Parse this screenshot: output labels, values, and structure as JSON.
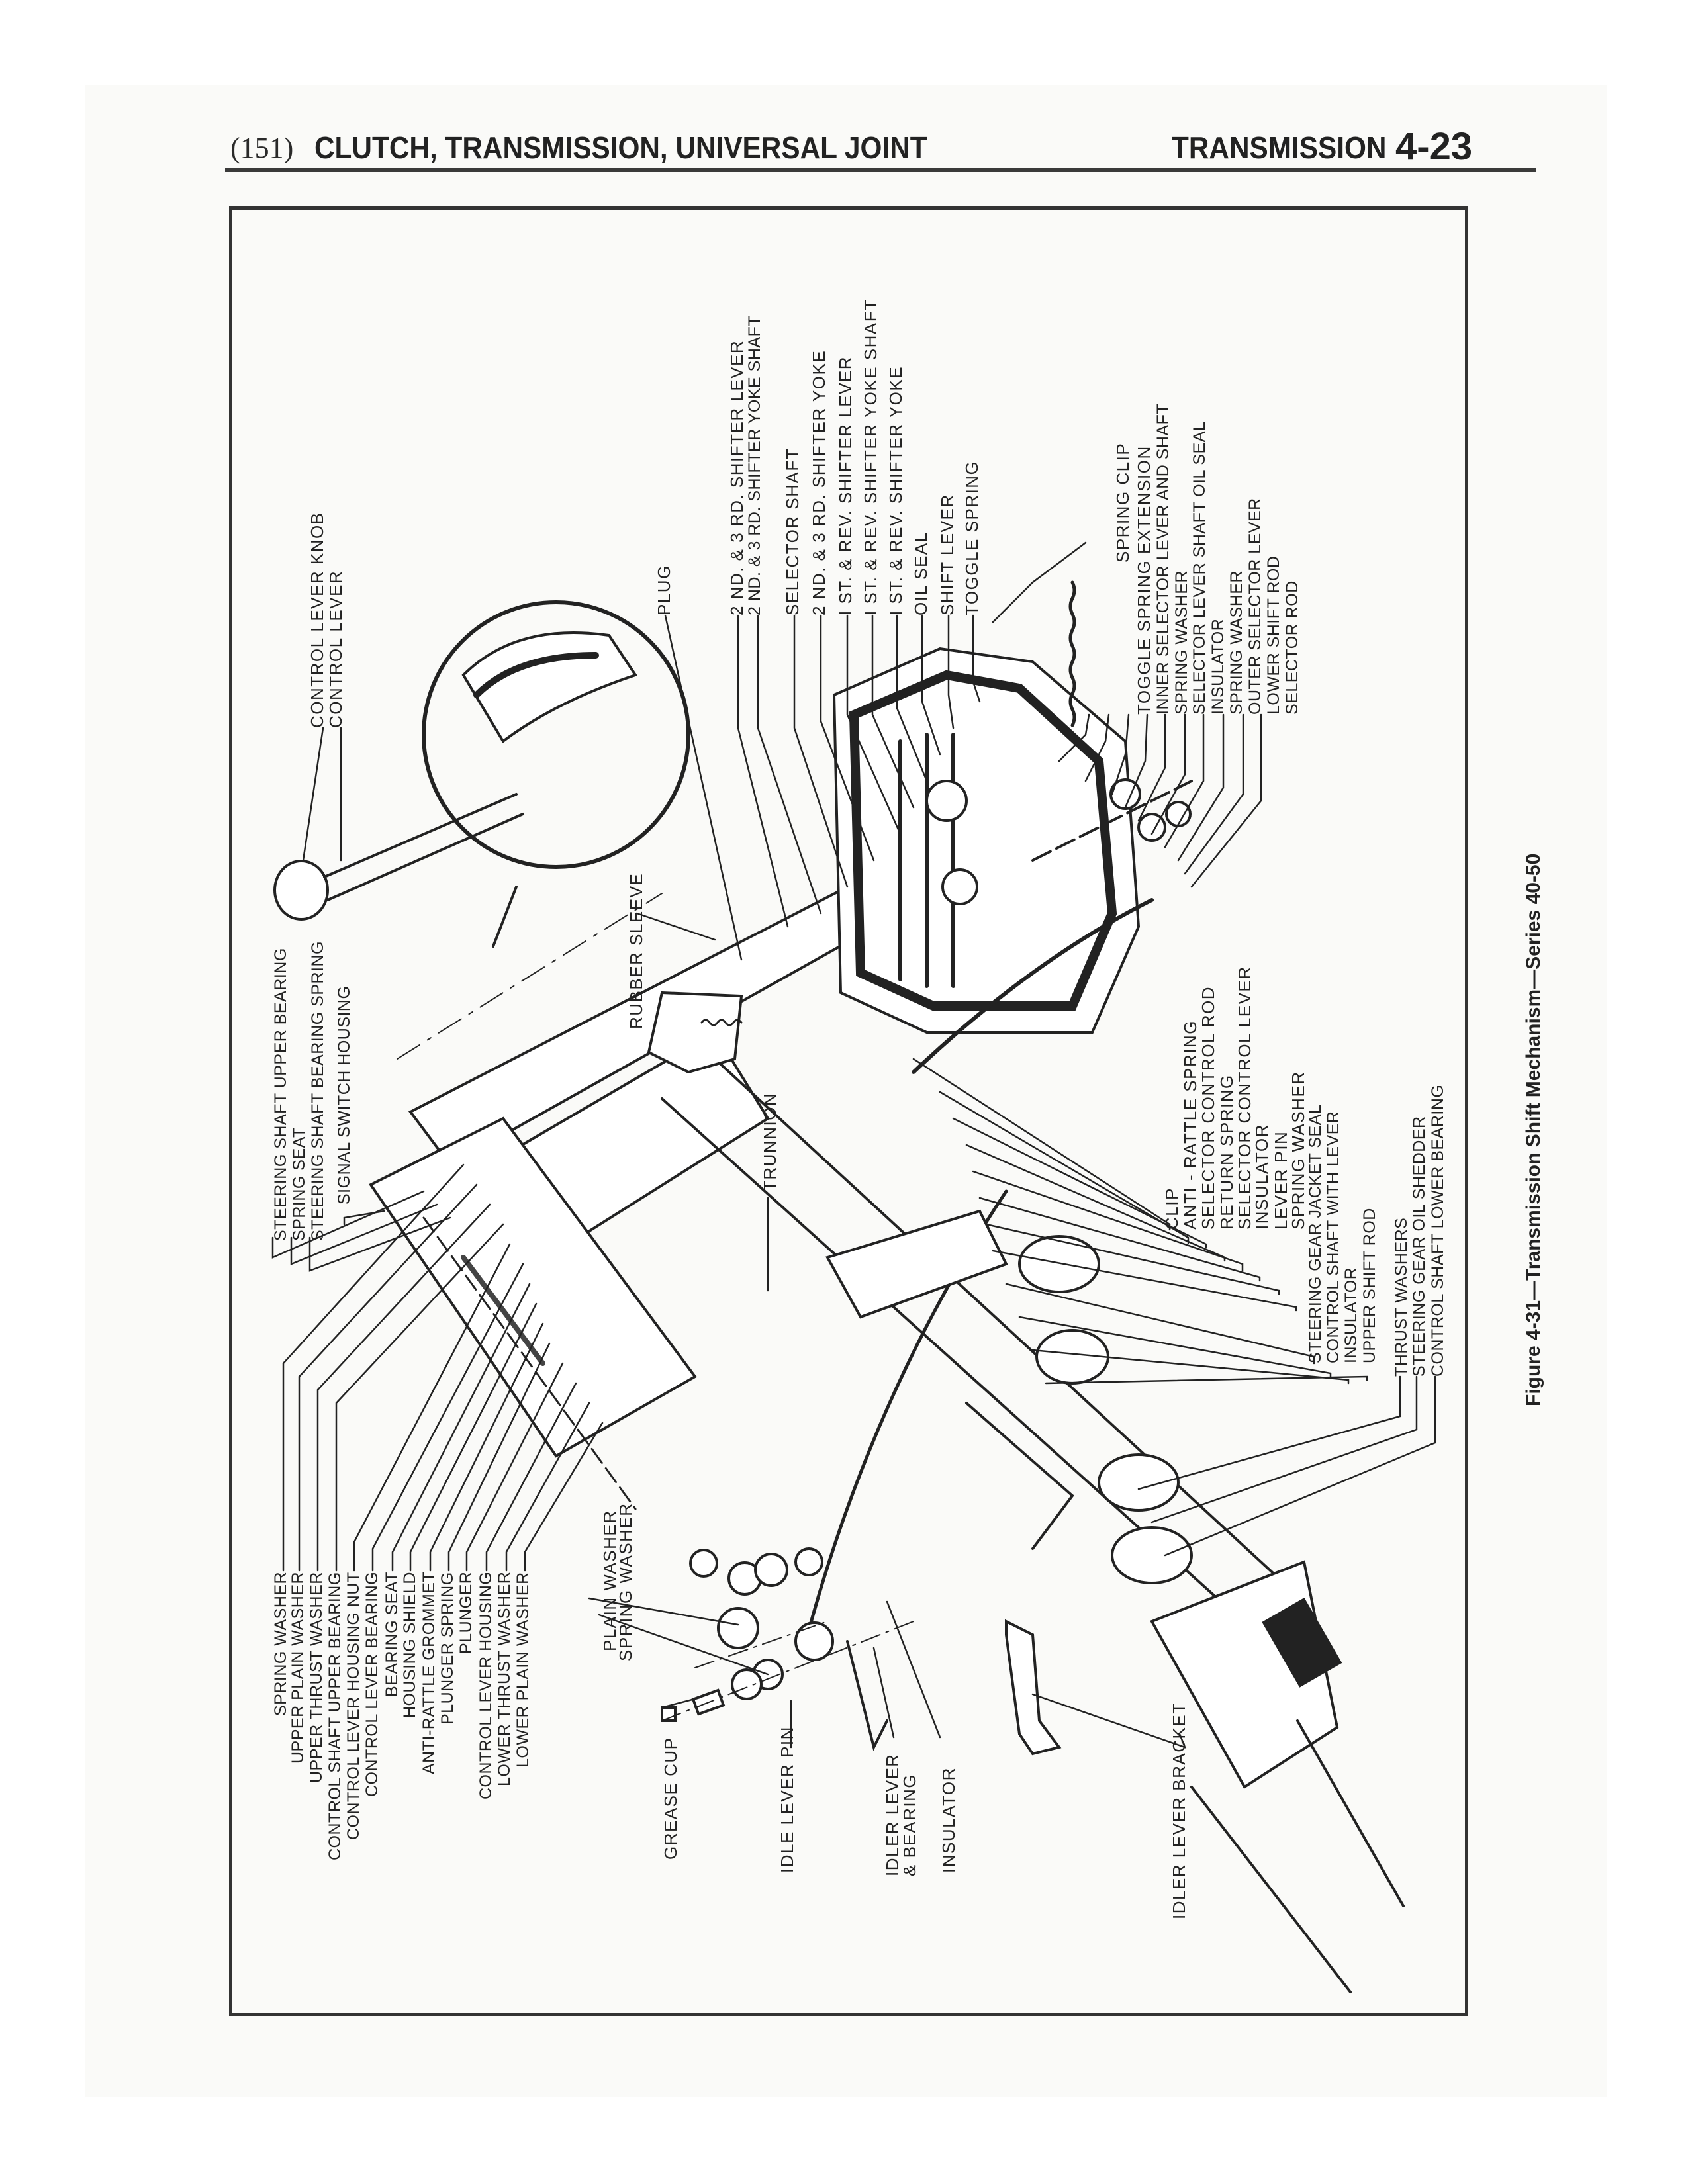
{
  "header": {
    "page_ref": "(151)",
    "section": "CLUTCH, TRANSMISSION, UNIVERSAL JOINT",
    "chapter": "TRANSMISSION",
    "page_number": "4-23"
  },
  "figure": {
    "caption": "Figure 4-31—Transmission Shift Mechanism—Series 40-50",
    "labels_top": [
      "CONTROL LEVER KNOB",
      "CONTROL LEVER",
      "PLUG",
      "2 ND. & 3 RD. SHIFTER LEVER",
      "2 ND. & 3 RD. SHIFTER YOKE SHAFT",
      "SELECTOR SHAFT",
      "2 ND. & 3 RD. SHIFTER YOKE",
      "I ST. & REV. SHIFTER LEVER",
      "I ST. & REV. SHIFTER YOKE SHAFT",
      "I ST. & REV. SHIFTER YOKE",
      "OIL SEAL",
      "SHIFT LEVER",
      "TOGGLE SPRING",
      "SPRING CLIP",
      "TOGGLE SPRING EXTENSION",
      "INNER SELECTOR LEVER AND SHAFT",
      "SPRING WASHER",
      "SELECTOR LEVER SHAFT OIL SEAL",
      "INSULATOR",
      "SPRING WASHER",
      "OUTER SELECTOR LEVER",
      "LOWER SHIFT ROD",
      "SELECTOR ROD"
    ],
    "labels_left": [
      "STEERING SHAFT UPPER BEARING",
      "SPRING SEAT",
      "STEERING SHAFT BEARING SPRING",
      "SIGNAL SWITCH HOUSING",
      "RUBBER SLEEVE",
      "TRUNNION"
    ],
    "labels_right": [
      "CLIP",
      "ANTI - RATTLE SPRING",
      "SELECTOR CONTROL ROD",
      "RETURN SPRING",
      "SELECTOR CONTROL LEVER",
      "INSULATOR",
      "LEVER PIN",
      "SPRING WASHER",
      "STEERING GEAR JACKET SEAL",
      "CONTROL SHAFT WITH LEVER",
      "INSULATOR",
      "UPPER SHIFT ROD",
      "THRUST WASHERS",
      "STEERING GEAR OIL SHEDDER",
      "CONTROL SHAFT LOWER BEARING"
    ],
    "labels_bottom_left": [
      "SPRING WASHER",
      "UPPER PLAIN WASHER",
      "UPPER THRUST WASHER",
      "CONTROL SHAFT UPPER BEARING",
      "CONTROL LEVER HOUSING NUT",
      "CONTROL LEVER BEARING",
      "BEARING SEAT",
      "HOUSING SHIELD",
      "ANTI-RATTLE GROMMET",
      "PLUNGER SPRING",
      "PLUNGER",
      "CONTROL LEVER HOUSING",
      "LOWER THRUST WASHER",
      "LOWER PLAIN WASHER"
    ],
    "labels_bottom": [
      "PLAIN WASHER",
      "SPRING WASHER",
      "GREASE CUP",
      "IDLE LEVER PIN",
      "IDLER LEVER & BEARING",
      "INSULATOR",
      "IDLER LEVER BRACKET"
    ]
  }
}
